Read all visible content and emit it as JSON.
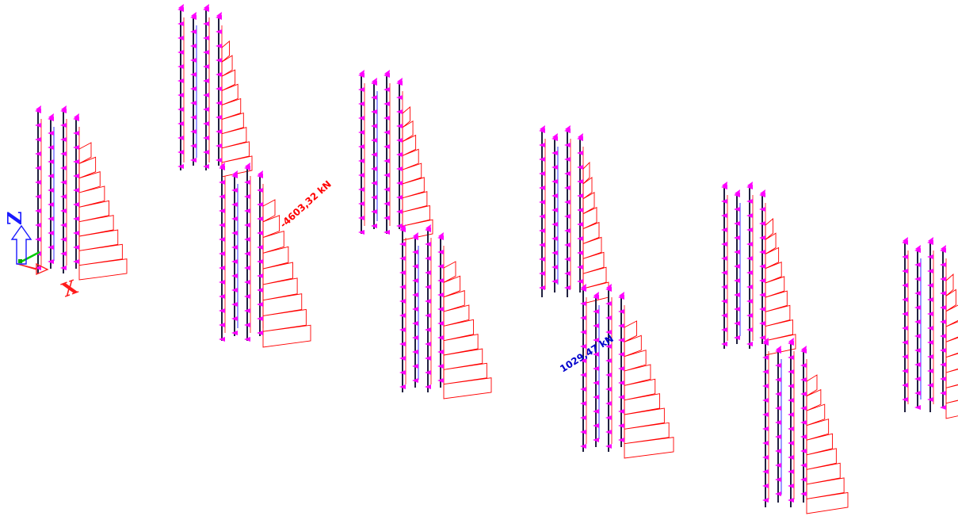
{
  "viewport": {
    "background": "#ffffff"
  },
  "axes": {
    "z_label": "Z",
    "x_label": "X",
    "z_color": "#1a1aff",
    "x_color": "#ff1a1a",
    "y_color": "#1aff1a"
  },
  "annotations": {
    "max_label": "-4603,32 kN",
    "max_color": "#ff0000",
    "min_label": "1029,47 kN",
    "min_color": "#0000cc"
  },
  "colors": {
    "member": "#202040",
    "support": "#ff00ff",
    "diagram": "#ff0000",
    "tension": "#0000ff"
  },
  "structure": {
    "blocks": 11,
    "columns_per_block": 4,
    "description_icons": [
      "support-marker-icon",
      "axis-gizmo-icon"
    ]
  }
}
